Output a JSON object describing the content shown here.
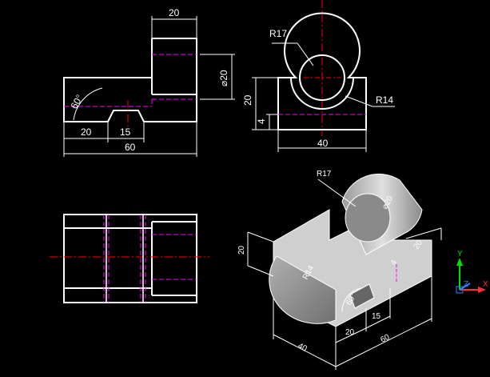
{
  "front_view": {
    "dim_top_width": "20",
    "dim_diameter": "⌀20",
    "dim_angle": "60°",
    "dim_left_offset": "20",
    "dim_slot_width": "15",
    "dim_total_length": "60"
  },
  "side_view": {
    "dim_outer_radius": "R17",
    "dim_inner_radius": "R14",
    "dim_height": "20",
    "dim_slot_depth": "4",
    "dim_width": "40"
  },
  "iso_view": {
    "dim_outer_radius": "R17",
    "dim_bore_diameter": "⌀20",
    "dim_inner_radius": "R14",
    "dim_height": "20",
    "dim_width_right": "20",
    "dim_slot_depth": "4",
    "dim_angle": "60°",
    "dim_left_offset": "20",
    "dim_slot_width": "15",
    "dim_length": "60",
    "dim_depth": "40"
  },
  "ucs": {
    "y_label": "Y",
    "z_label": "Z",
    "x_label": "X"
  },
  "colors": {
    "background": "#000000",
    "object_line": "#ffffff",
    "hidden_line": "#ff00ff",
    "center_line": "#ff0000",
    "solid_fill": "#c8c8c8",
    "ucs_x": "#ff3030",
    "ucs_y": "#00e000",
    "ucs_z": "#3080ff"
  }
}
